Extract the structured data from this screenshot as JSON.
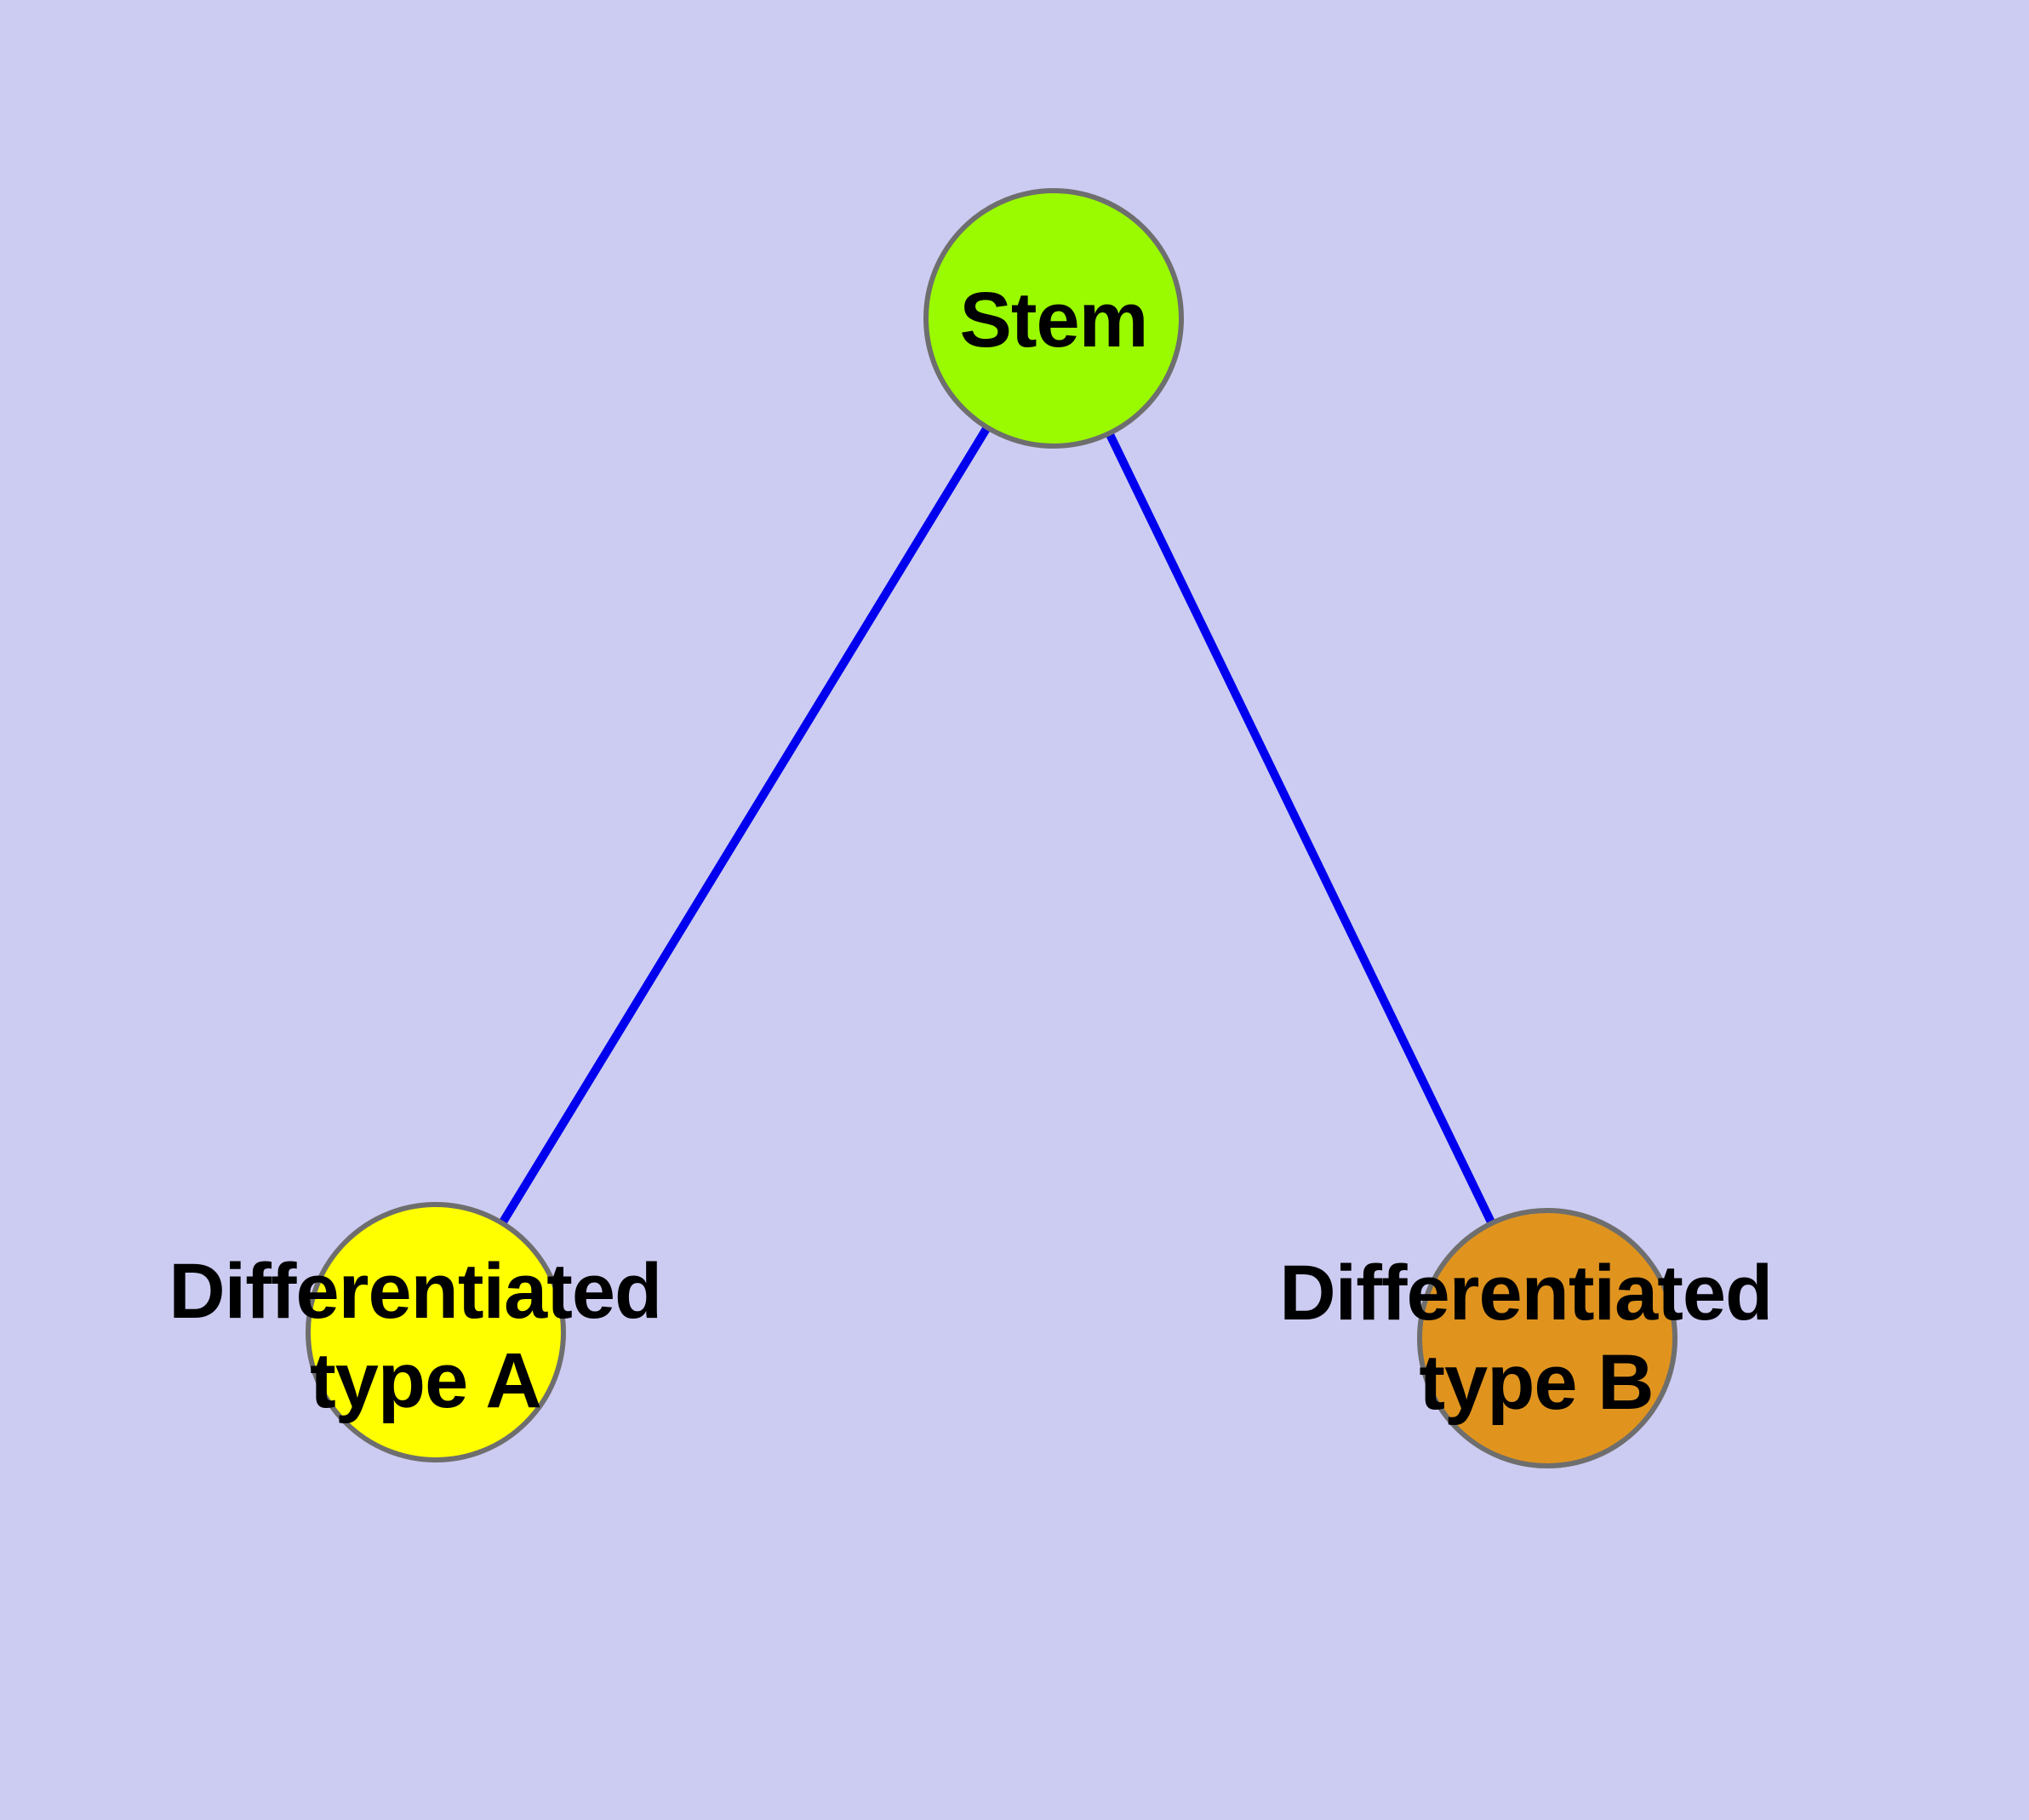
{
  "diagram": {
    "type": "graph",
    "background_color": "#CCCCF2",
    "edge_color": "#0000EE",
    "node_border_color": "#6E6E6E",
    "label_color": "#000000",
    "nodes": [
      {
        "id": "stem",
        "label_lines": [
          "Stem",
          ""
        ],
        "color": "#9AFA00"
      },
      {
        "id": "typeA",
        "label_lines": [
          "Differentiated",
          "type A"
        ],
        "color": "#FFFF00"
      },
      {
        "id": "typeB",
        "label_lines": [
          "Differentiated",
          "type B"
        ],
        "color": "#E0941E"
      }
    ],
    "edges": [
      {
        "from": "stem",
        "to": "typeA"
      },
      {
        "from": "stem",
        "to": "typeB"
      }
    ]
  }
}
